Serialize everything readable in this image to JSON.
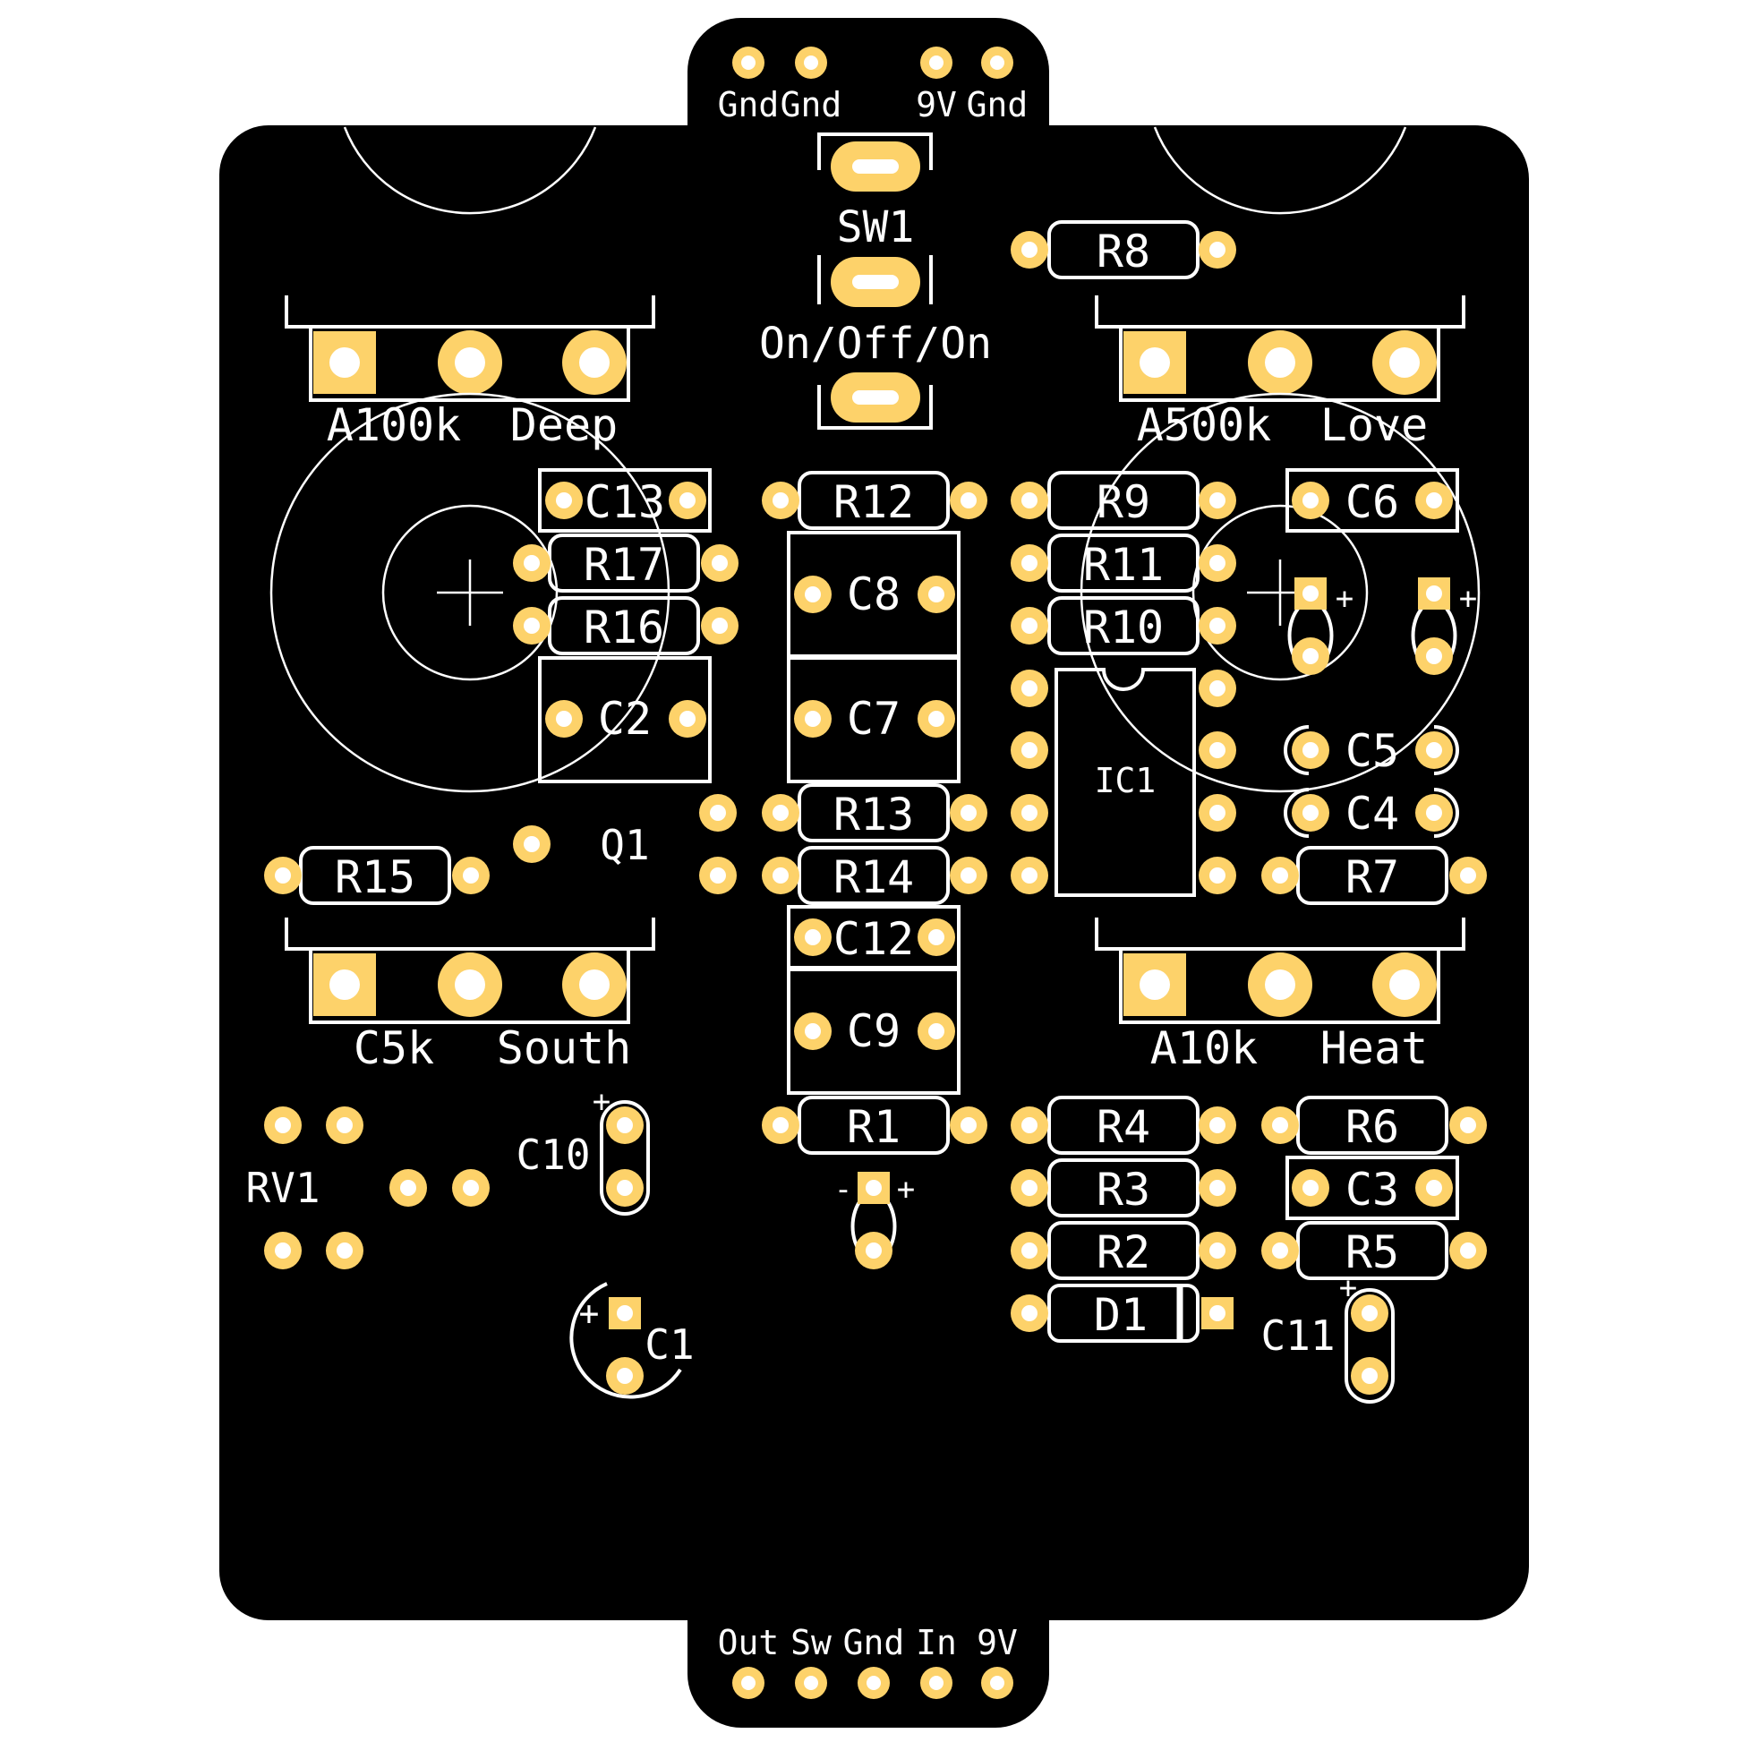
{
  "colors": {
    "board": "#000000",
    "pad": "#fdd26a",
    "silkscreen": "#ffffff",
    "background": "#ffffff"
  },
  "top_connector": {
    "labels": [
      "Gnd",
      "Gnd",
      "9V",
      "Gnd"
    ]
  },
  "bottom_connector": {
    "labels": [
      "Out",
      "Sw",
      "Gnd",
      "In",
      "9V"
    ]
  },
  "switch": {
    "ref": "SW1",
    "type": "On/Off/On"
  },
  "pots": [
    {
      "value": "A100k",
      "name": "Deep"
    },
    {
      "value": "A500k",
      "name": "Love"
    },
    {
      "value": "C5k",
      "name": "South"
    },
    {
      "value": "A10k",
      "name": "Heat"
    }
  ],
  "resistors": {
    "r1": "R1",
    "r2": "R2",
    "r3": "R3",
    "r4": "R4",
    "r5": "R5",
    "r6": "R6",
    "r7": "R7",
    "r8": "R8",
    "r9": "R9",
    "r10": "R10",
    "r11": "R11",
    "r12": "R12",
    "r13": "R13",
    "r14": "R14",
    "r15": "R15",
    "r16": "R16",
    "r17": "R17"
  },
  "capacitors": {
    "c1": "C1",
    "c2": "C2",
    "c3": "C3",
    "c4": "C4",
    "c5": "C5",
    "c6": "C6",
    "c7": "C7",
    "c8": "C8",
    "c9": "C9",
    "c10": "C10",
    "c11": "C11",
    "c12": "C12",
    "c13": "C13"
  },
  "semis": {
    "ic": "IC1",
    "diode": "D1",
    "transistor": "Q1",
    "trimmer": "RV1"
  },
  "polarity": {
    "plus": "+",
    "minus": "-"
  }
}
